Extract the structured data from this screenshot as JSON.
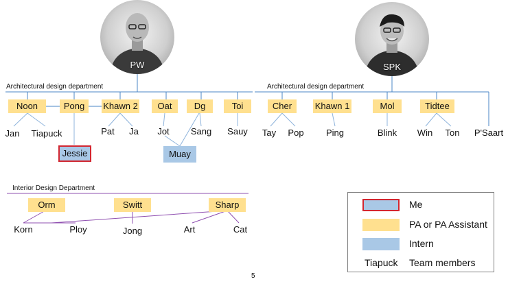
{
  "people": {
    "pw": {
      "label": "PW"
    },
    "spk": {
      "label": "SPK"
    }
  },
  "departments": {
    "arch_left": "Architectural design department",
    "arch_right": "Architectural design department",
    "interior": "Interior Design Department"
  },
  "pa_boxes": {
    "noon": "Noon",
    "pong": "Pong",
    "khawn2": "Khawn 2",
    "oat": "Oat",
    "dg": "Dg",
    "toi": "Toi",
    "cher": "Cher",
    "khawn1": "Khawn 1",
    "mol": "Mol",
    "tidtee": "Tidtee",
    "orm": "Orm",
    "switt": "Switt",
    "sharp": "Sharp"
  },
  "interns": {
    "jessie": "Jessie",
    "muay": "Muay"
  },
  "members": {
    "jan": "Jan",
    "tiapuck": "Tiapuck",
    "pat": "Pat",
    "ja": "Ja",
    "jot": "Jot",
    "sang": "Sang",
    "sauy": "Sauy",
    "tay": "Tay",
    "pop": "Pop",
    "ping": "Ping",
    "blink": "Blink",
    "win": "Win",
    "ton": "Ton",
    "psaart": "P'Saart",
    "korn": "Korn",
    "ploy": "Ploy",
    "jong": "Jong",
    "art": "Art",
    "cat": "Cat"
  },
  "legend": {
    "me": "Me",
    "pa": "PA or PA Assistant",
    "intern": "Intern",
    "member_sample": "Tiapuck",
    "members": "Team members"
  },
  "colors": {
    "pa": "#ffe08f",
    "intern": "#a9c8e6",
    "me_border": "#d22630",
    "arch_line": "#4a86c5",
    "interior_line": "#8f4fb0"
  },
  "page_number": "5"
}
